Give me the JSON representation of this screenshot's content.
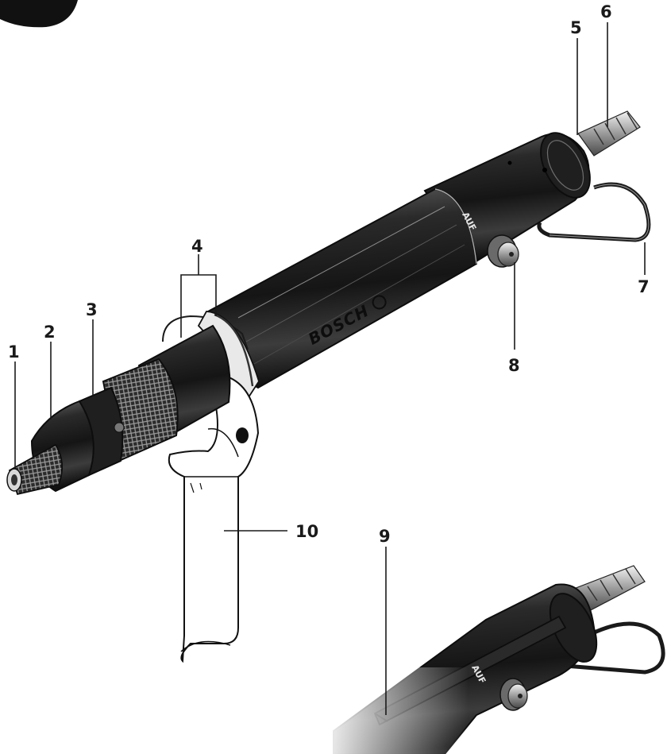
{
  "labels": {
    "l1": "1",
    "l2": "2",
    "l3": "3",
    "l4": "4",
    "l5": "5",
    "l6": "6",
    "l7": "7",
    "l8": "8",
    "l9": "9",
    "l10": "10"
  },
  "brand": "BOSCH",
  "direction_marking": "AUF",
  "colors": {
    "body_dark": "#1c1c1c",
    "body_mid": "#3a3a3a",
    "highlight": "#bdbdbd",
    "outline": "#111111",
    "background": "#ffffff"
  }
}
